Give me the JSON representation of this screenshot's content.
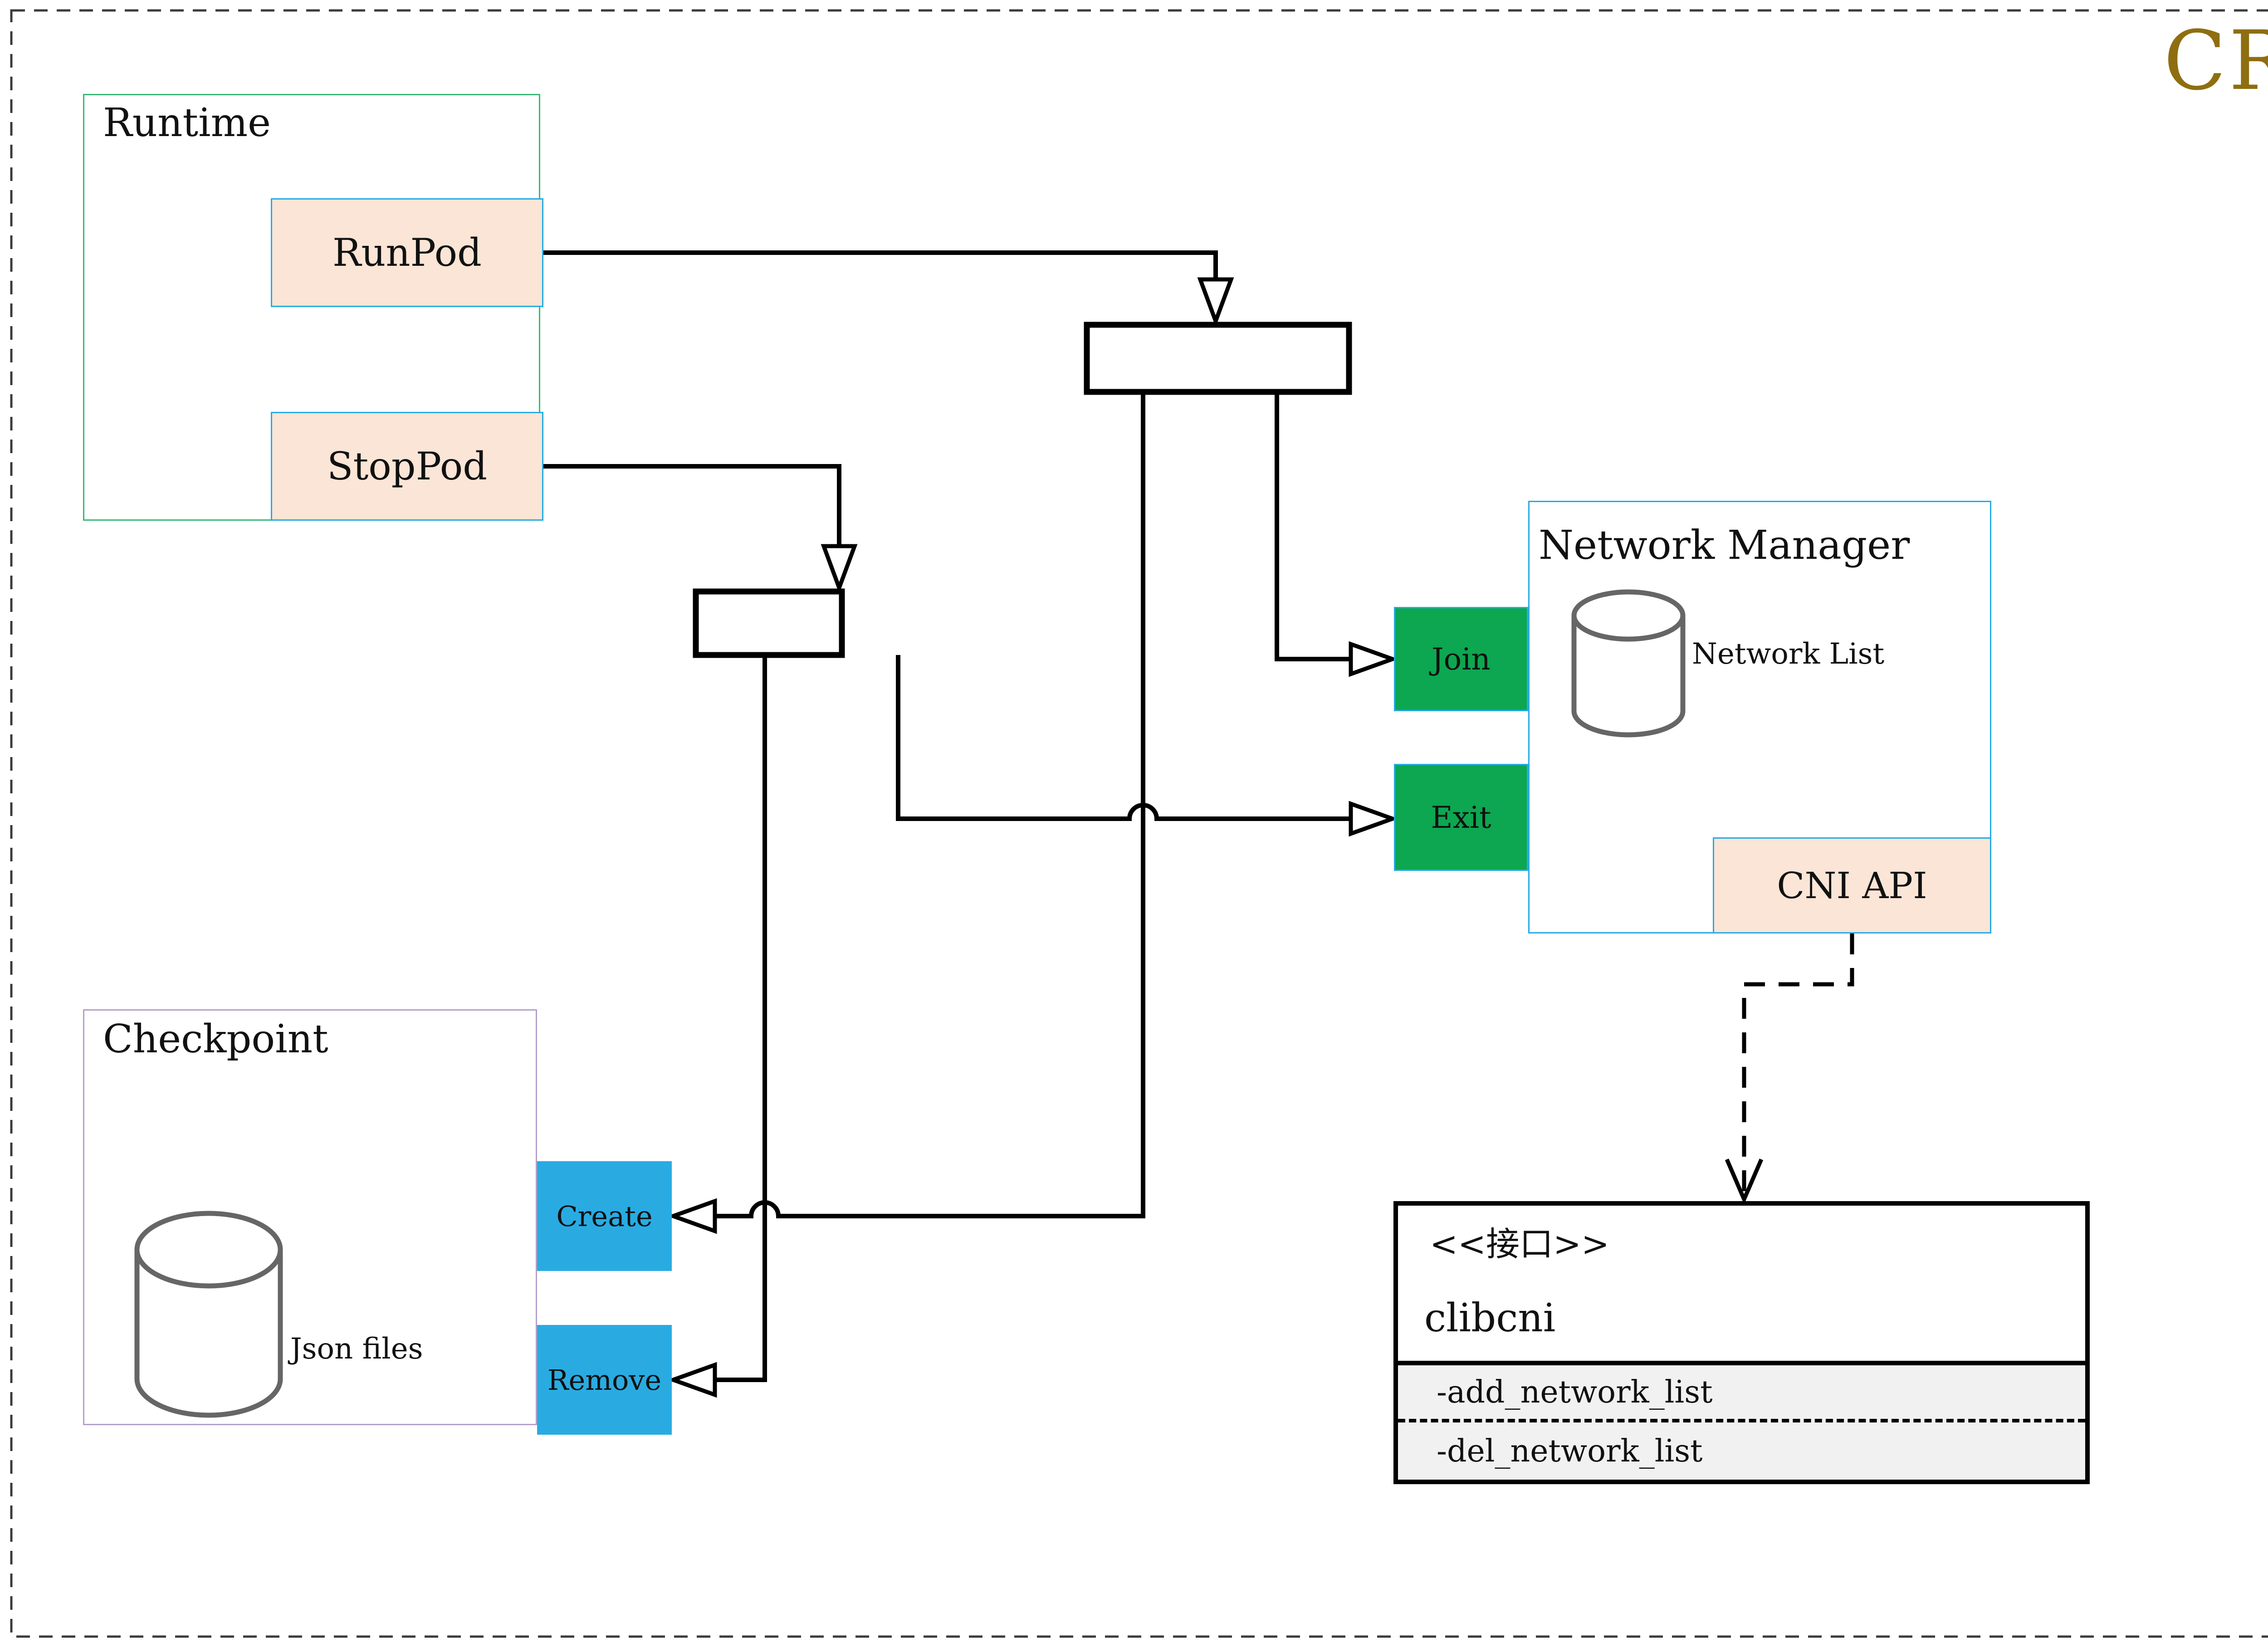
{
  "diagram": {
    "title": "CRI"
  },
  "runtime": {
    "title": "Runtime",
    "buttons": [
      {
        "label": "RunPod"
      },
      {
        "label": "StopPod"
      }
    ]
  },
  "network_manager": {
    "title": "Network Manager",
    "datastore_label": "Network List",
    "join_label": "Join",
    "exit_label": "Exit",
    "cni_api_label": "CNI API"
  },
  "checkpoint": {
    "title": "Checkpoint",
    "datastore_label": "Json files",
    "create_label": "Create",
    "remove_label": "Remove"
  },
  "clibcni": {
    "stereotype": "<<接口>>",
    "name": "clibcni",
    "methods": [
      "-add_network_list",
      "-del_network_list"
    ]
  },
  "colors": {
    "peach_fill": "#FBE5D6",
    "light_blue_border": "#29ABE2",
    "runtime_border_green": "#3CB878",
    "checkpoint_border_purple": "#B5A0CB",
    "operation_green_fill": "#0CA750",
    "operation_blue_fill": "#29ABE2",
    "interface_section_gray": "#F1F1F1",
    "cylinder_stroke_gray": "#666666",
    "cri_gold": "#8E6E10",
    "connector_black": "#000000",
    "outer_dash_border": "#3B3B3B"
  }
}
